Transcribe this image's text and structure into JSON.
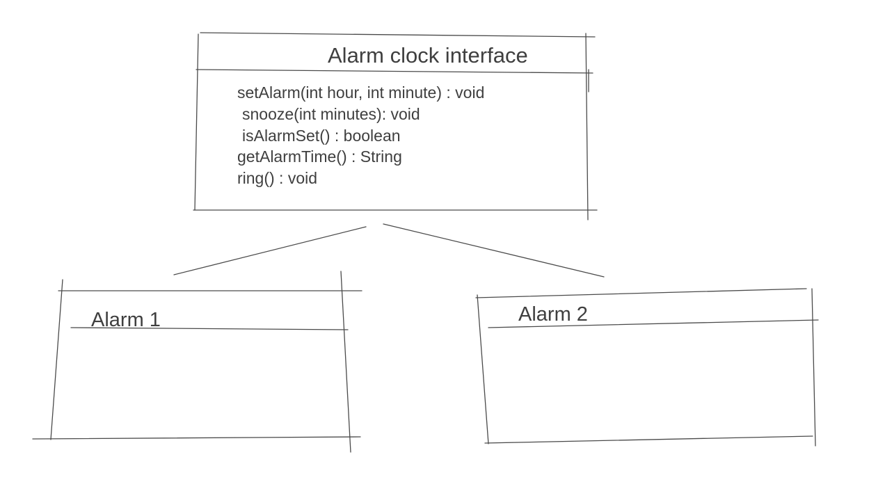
{
  "interface": {
    "title": "Alarm clock interface",
    "methods": [
      "setAlarm(int hour, int minute) : void",
      "snooze(int minutes): void",
      "isAlarmSet() : boolean",
      "getAlarmTime() : String",
      "ring() : void"
    ]
  },
  "implementations": [
    {
      "title": "Alarm 1"
    },
    {
      "title": "Alarm 2"
    }
  ],
  "colors": {
    "stroke": "#4a4a4a",
    "text": "#3f3f3f",
    "background": "#ffffff"
  }
}
